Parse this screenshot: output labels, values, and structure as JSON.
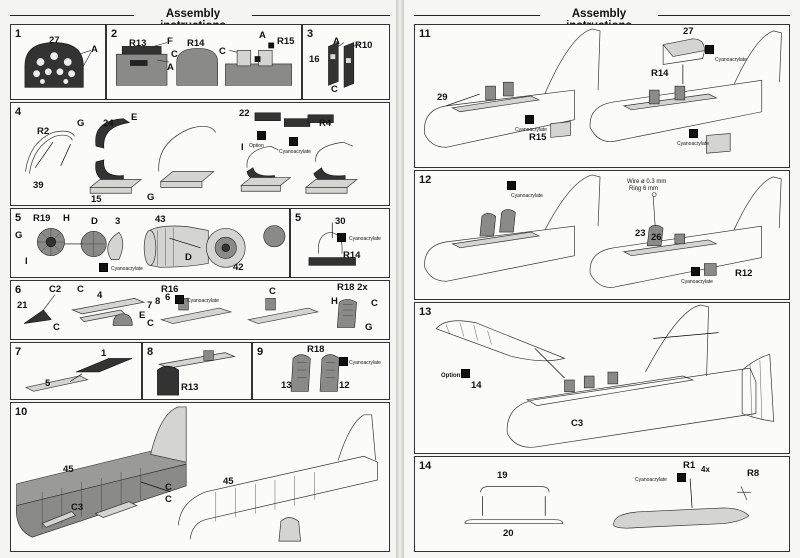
{
  "header": {
    "left_title": "Assembly instructions",
    "right_title": "Assembly instructions"
  },
  "steps": {
    "s1": {
      "num": "1",
      "labels": {
        "a": "27",
        "b": "A"
      }
    },
    "s2": {
      "num": "2",
      "labels": {
        "a": "R13",
        "b": "F",
        "c": "C",
        "d": "A",
        "e": "R14",
        "f": "A",
        "g": "R15",
        "h": "C"
      }
    },
    "s3": {
      "num": "3",
      "labels": {
        "a": "A",
        "b": "R10",
        "c": "16",
        "d": "C"
      }
    },
    "s4": {
      "num": "4",
      "labels": {
        "a": "R2",
        "b": "G",
        "c": "24",
        "d": "E",
        "e": "39",
        "f": "15",
        "g": "G",
        "h": "22",
        "i": "R4",
        "j": "I",
        "k": "Option",
        "l": "Cyanoacrylate"
      }
    },
    "s5a": {
      "num": "5",
      "labels": {
        "a": "R19",
        "b": "H",
        "c": "G",
        "d": "I",
        "e": "D",
        "f": "3",
        "g": "43",
        "h": "D",
        "i": "42",
        "j": "Cyanoacrylate"
      }
    },
    "s5b": {
      "num": "5",
      "labels": {
        "a": "30",
        "b": "R14",
        "c": "Cyanoacrylate"
      }
    },
    "s6": {
      "num": "6",
      "labels": {
        "a": "C2",
        "b": "21",
        "c": "C",
        "d": "C",
        "e": "4",
        "f": "R16",
        "g": "7",
        "h": "8",
        "i": "6",
        "j": "E",
        "k": "C",
        "l": "C",
        "m": "R18 2x",
        "n": "H",
        "o": "C",
        "p": "G",
        "q": "Cyanoacrylate"
      }
    },
    "s7": {
      "num": "7",
      "labels": {
        "a": "1",
        "b": "5"
      }
    },
    "s8": {
      "num": "8",
      "labels": {
        "a": "R13"
      }
    },
    "s9": {
      "num": "9",
      "labels": {
        "a": "R18",
        "b": "13",
        "c": "12",
        "d": "Cyanoacrylate"
      }
    },
    "s10": {
      "num": "10",
      "labels": {
        "a": "45",
        "b": "C",
        "c": "C3",
        "d": "45",
        "e": "C"
      }
    },
    "s11": {
      "num": "11",
      "labels": {
        "a": "27",
        "b": "R14",
        "c": "29",
        "d": "R15",
        "e": "Cyanoacrylate",
        "f": "Cyanoacrylate",
        "g": "Cyanoacrylate"
      }
    },
    "s12": {
      "num": "12",
      "labels": {
        "a": "Wire ø 0.3 mm",
        "b": "Ring 6 mm",
        "c": "23",
        "d": "26",
        "e": "R12",
        "f": "Cyanoacrylate",
        "g": "Cyanoacrylate"
      }
    },
    "s13": {
      "num": "13",
      "labels": {
        "a": "Option",
        "b": "14",
        "c": "C3"
      }
    },
    "s14": {
      "num": "14",
      "labels": {
        "a": "19",
        "b": "20",
        "c": "R1",
        "d": "4x",
        "e": "R8",
        "f": "Cyanoacrylate"
      }
    }
  }
}
